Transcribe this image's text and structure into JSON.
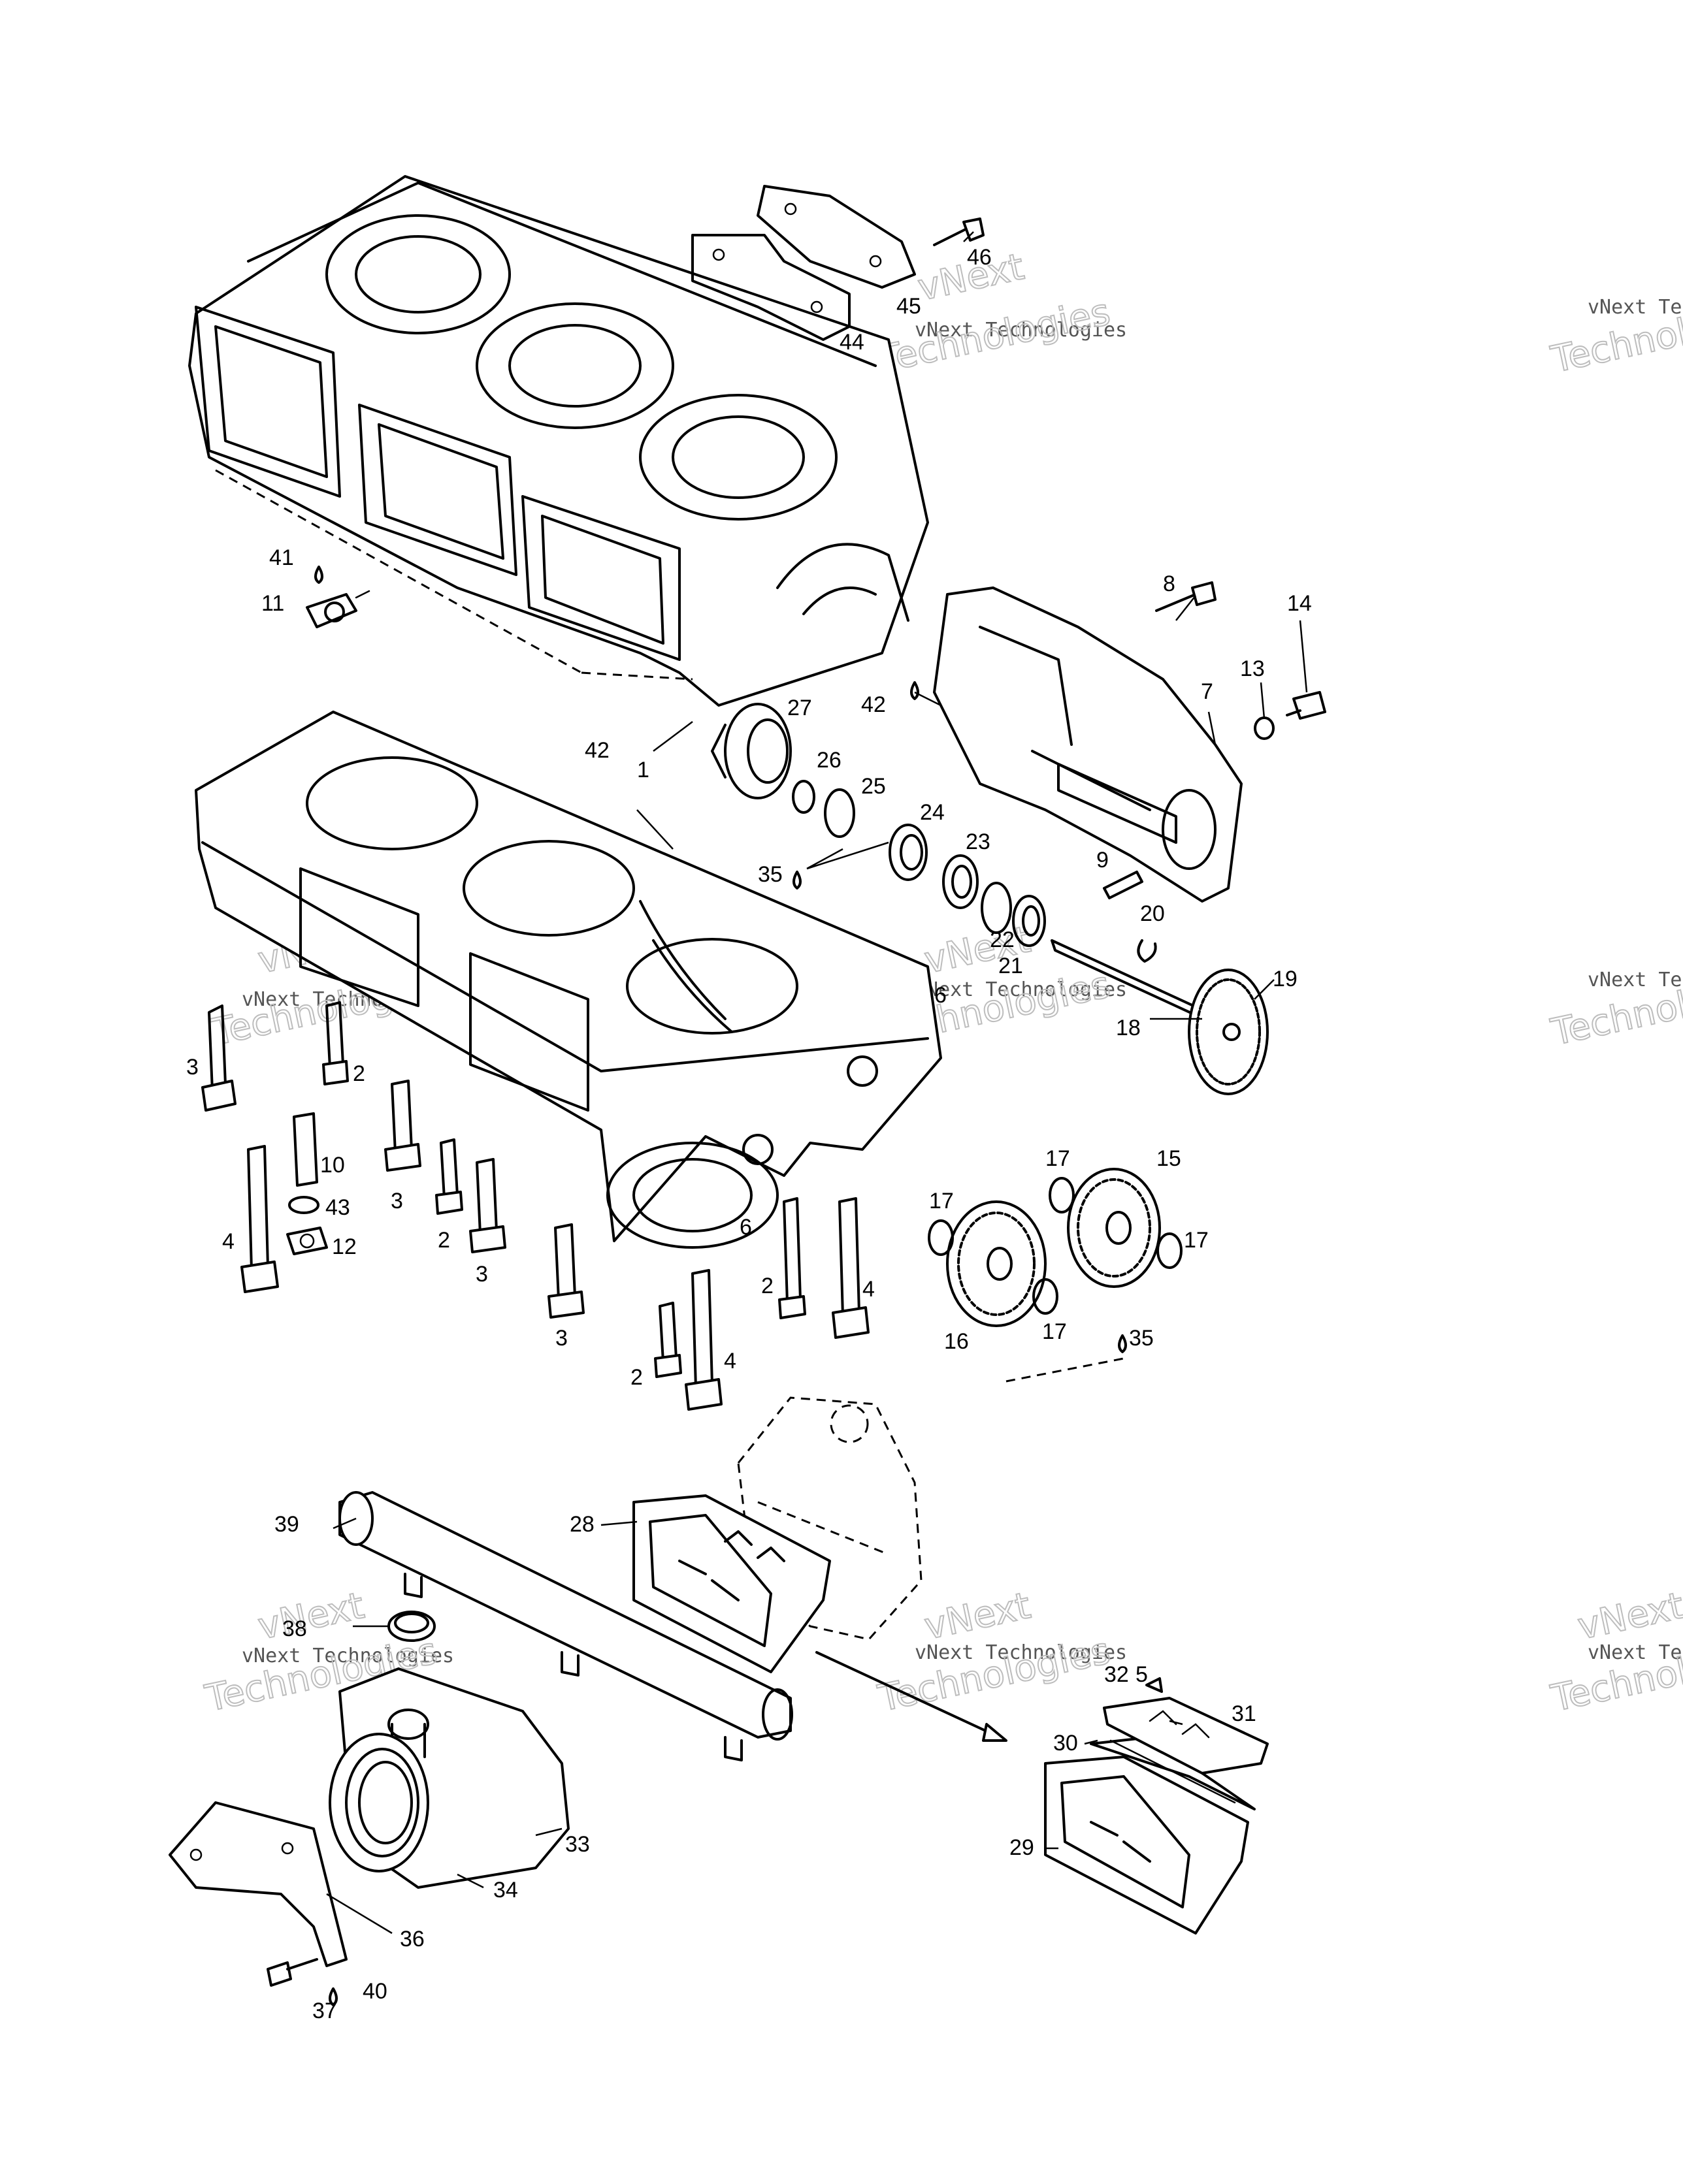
{
  "diagram": {
    "title": "",
    "callouts": [
      {
        "id": "c46",
        "text": "46"
      },
      {
        "id": "c45",
        "text": "45"
      },
      {
        "id": "c44",
        "text": "44"
      },
      {
        "id": "c41",
        "text": "41"
      },
      {
        "id": "c11",
        "text": "11"
      },
      {
        "id": "c8",
        "text": "8"
      },
      {
        "id": "c13",
        "text": "13"
      },
      {
        "id": "c14",
        "text": "14"
      },
      {
        "id": "c7",
        "text": "7"
      },
      {
        "id": "c42a",
        "text": "42"
      },
      {
        "id": "c27",
        "text": "27"
      },
      {
        "id": "c42b",
        "text": "42"
      },
      {
        "id": "c1",
        "text": "1"
      },
      {
        "id": "c26",
        "text": "26"
      },
      {
        "id": "c25",
        "text": "25"
      },
      {
        "id": "c24",
        "text": "24"
      },
      {
        "id": "c23",
        "text": "23"
      },
      {
        "id": "c35a",
        "text": "35"
      },
      {
        "id": "c9",
        "text": "9"
      },
      {
        "id": "c20",
        "text": "20"
      },
      {
        "id": "c22",
        "text": "22"
      },
      {
        "id": "c21",
        "text": "21"
      },
      {
        "id": "c19",
        "text": "19"
      },
      {
        "id": "c6a",
        "text": "6"
      },
      {
        "id": "c18",
        "text": "18"
      },
      {
        "id": "c3a",
        "text": "3"
      },
      {
        "id": "c2a",
        "text": "2"
      },
      {
        "id": "c10",
        "text": "10"
      },
      {
        "id": "c43",
        "text": "43"
      },
      {
        "id": "c3b",
        "text": "3"
      },
      {
        "id": "c4a",
        "text": "4"
      },
      {
        "id": "c12",
        "text": "12"
      },
      {
        "id": "c2b",
        "text": "2"
      },
      {
        "id": "c3c",
        "text": "3"
      },
      {
        "id": "c6b",
        "text": "6"
      },
      {
        "id": "c17a",
        "text": "17"
      },
      {
        "id": "c15",
        "text": "15"
      },
      {
        "id": "c17b",
        "text": "17"
      },
      {
        "id": "c17c",
        "text": "17"
      },
      {
        "id": "c2c",
        "text": "2"
      },
      {
        "id": "c4b",
        "text": "4"
      },
      {
        "id": "c3d",
        "text": "3"
      },
      {
        "id": "c16",
        "text": "16"
      },
      {
        "id": "c17d",
        "text": "17"
      },
      {
        "id": "c35b",
        "text": "35"
      },
      {
        "id": "c2d",
        "text": "2"
      },
      {
        "id": "c4c",
        "text": "4"
      },
      {
        "id": "c39",
        "text": "39"
      },
      {
        "id": "c28",
        "text": "28"
      },
      {
        "id": "c38",
        "text": "38"
      },
      {
        "id": "c32",
        "text": "32"
      },
      {
        "id": "c5",
        "text": "5"
      },
      {
        "id": "c31",
        "text": "31"
      },
      {
        "id": "c30",
        "text": "30"
      },
      {
        "id": "c29",
        "text": "29"
      },
      {
        "id": "c33",
        "text": "33"
      },
      {
        "id": "c34",
        "text": "34"
      },
      {
        "id": "c36",
        "text": "36"
      },
      {
        "id": "c37",
        "text": "37"
      },
      {
        "id": "c40",
        "text": "40"
      }
    ]
  },
  "watermark": {
    "line1": "vNext Technologies",
    "line2": "Technologies",
    "line3": "vNext"
  }
}
